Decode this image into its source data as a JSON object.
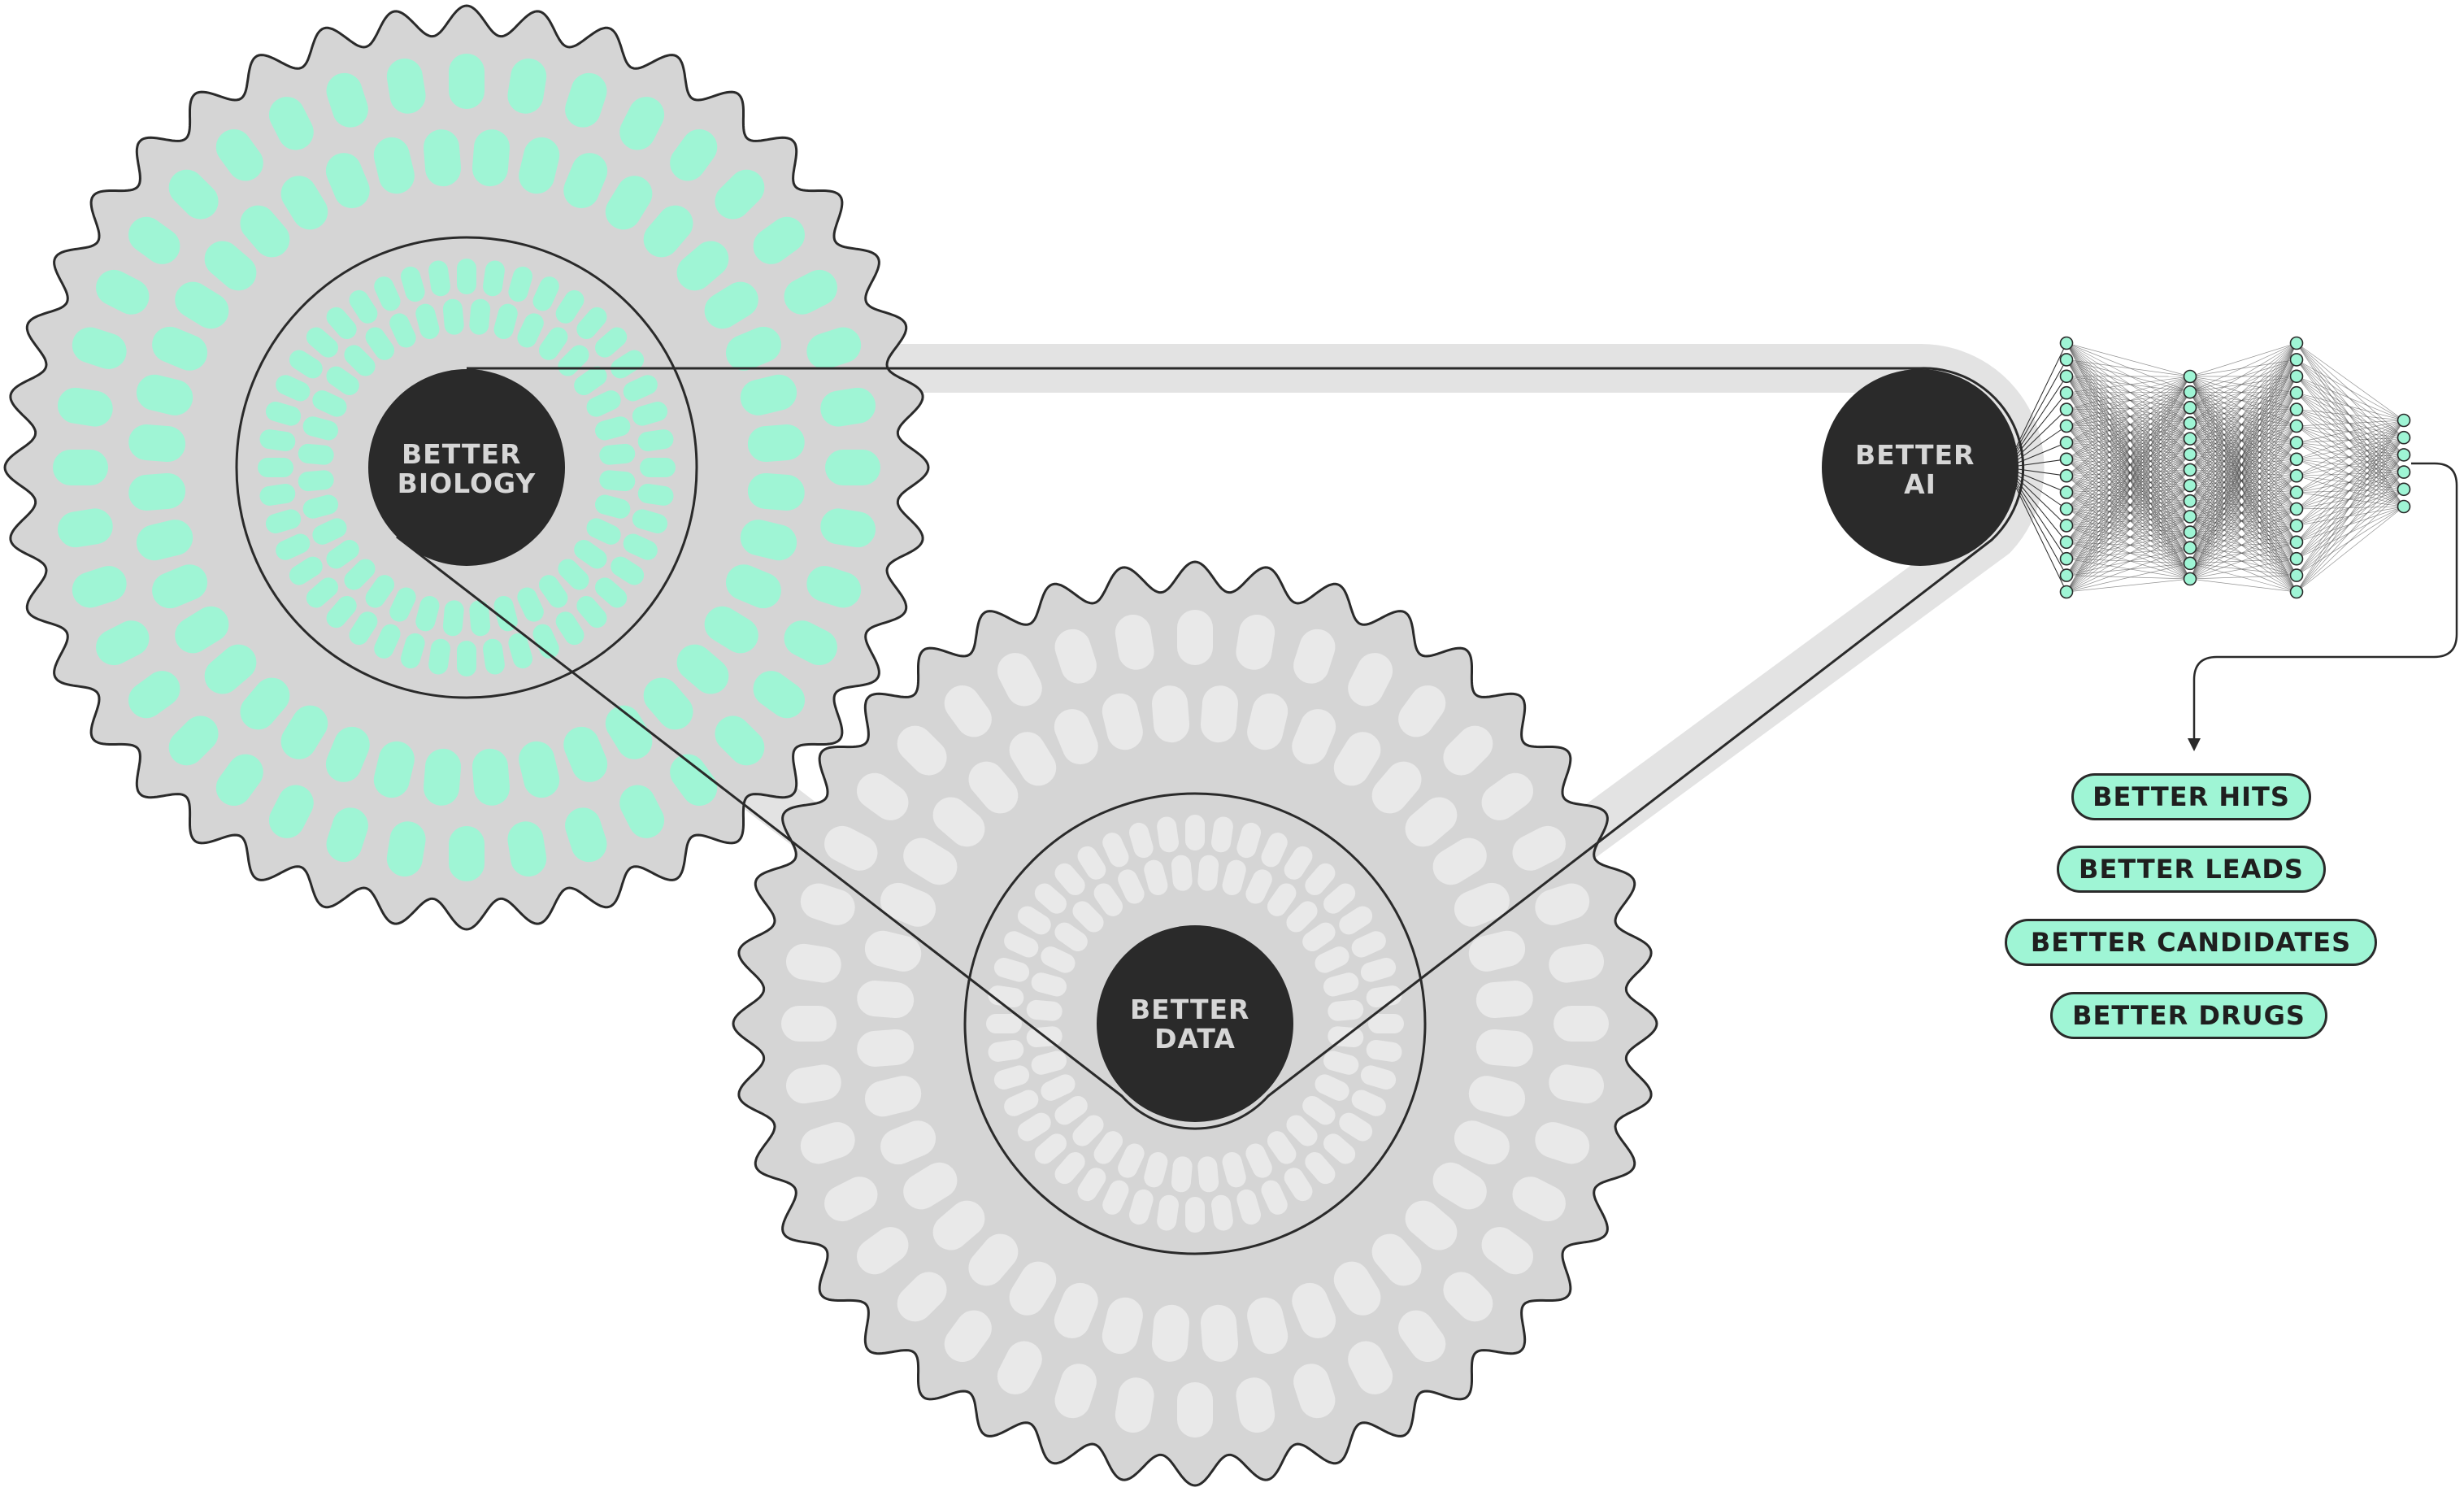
{
  "gears": [
    {
      "id": "biology",
      "label_lines": [
        "BETTER",
        "BIOLOGY"
      ],
      "accent": "#9ff5d5"
    },
    {
      "id": "data",
      "label_lines": [
        "BETTER",
        "DATA"
      ],
      "accent": "#e9e9e9"
    }
  ],
  "ai_node": {
    "label_lines": [
      "BETTER",
      "AI"
    ]
  },
  "outcomes": [
    "BETTER HITS",
    "BETTER LEADS",
    "BETTER CANDIDATES",
    "BETTER DRUGS"
  ],
  "colors": {
    "mint": "#9ff5d5",
    "gear_fill": "#d5d5d5",
    "hub": "#2a2a2a",
    "outline": "#2a2a2a",
    "belt": "#e3e3e3",
    "label_text": "#d6d6d6"
  },
  "neural_net": {
    "layers": [
      16,
      14,
      16,
      6
    ]
  }
}
